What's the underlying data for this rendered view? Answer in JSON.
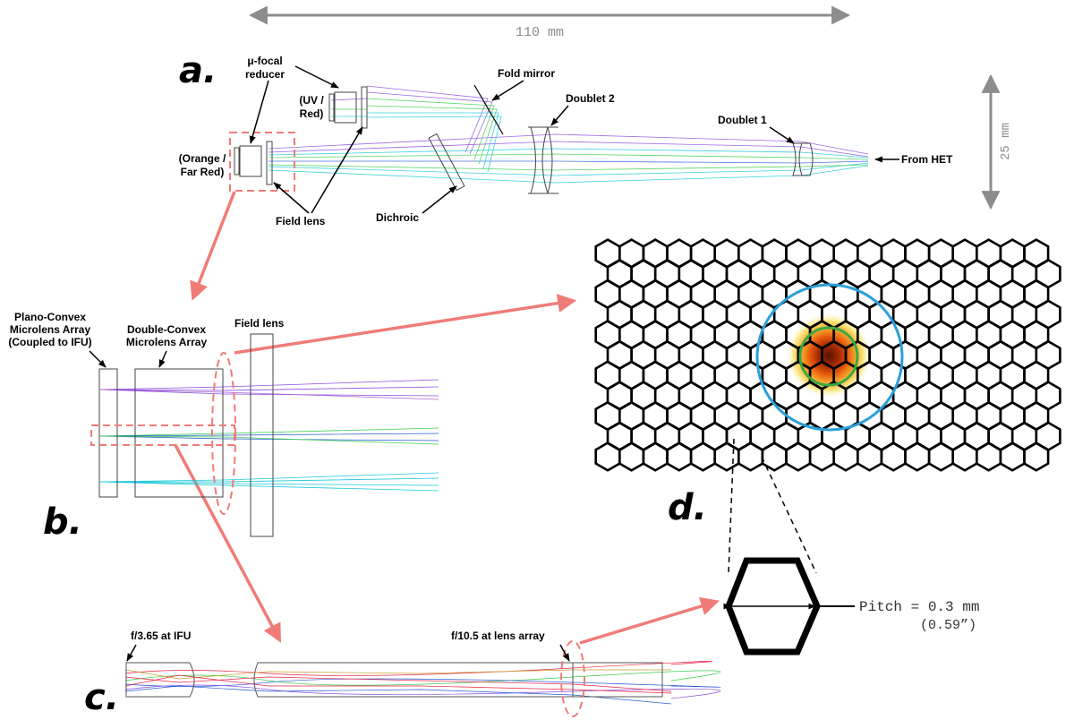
{
  "dimensions": {
    "width_label": "110 mm",
    "height_label": "25 mm"
  },
  "panels": {
    "a": "a.",
    "b": "b.",
    "c": "c.",
    "d": "d."
  },
  "panel_a": {
    "micro_focal_line1": "μ-focal",
    "micro_focal_line2": "reducer",
    "fold_mirror": "Fold mirror",
    "doublet2": "Doublet 2",
    "doublet1": "Doublet 1",
    "uv_red_line1": "(UV /",
    "uv_red_line2": "Red)",
    "orange_line1": "(Orange /",
    "orange_line2": "Far Red)",
    "from_het": "From HET",
    "field_lens": "Field lens",
    "dichroic": "Dichroic"
  },
  "panel_b": {
    "plano_line1": "Plano-Convex",
    "plano_line2": "Microlens Array",
    "plano_line3": "(Coupled to IFU)",
    "double_line1": "Double-Convex",
    "double_line2": "Microlens Array",
    "field_lens": "Field lens"
  },
  "panel_c": {
    "f_ifu": "f/3.65 at IFU",
    "f_lens": "f/10.5 at lens array"
  },
  "panel_d": {
    "pitch": "Pitch = 0.3 mm",
    "pitch_arcsec": "(0.59”)"
  },
  "colors": {
    "callout_red": "#f07c78",
    "dim_gray": "#8c8c8c",
    "ray_violet": "#8a4fe0",
    "ray_green": "#3ccf4e",
    "ray_cyan": "#19c9d8",
    "ray_blue": "#2a5bd7",
    "ray_red": "#e8244a",
    "circle_blue": "#2b9fd9",
    "circle_green": "#3aa845",
    "spot_core": "#7a1e00"
  }
}
